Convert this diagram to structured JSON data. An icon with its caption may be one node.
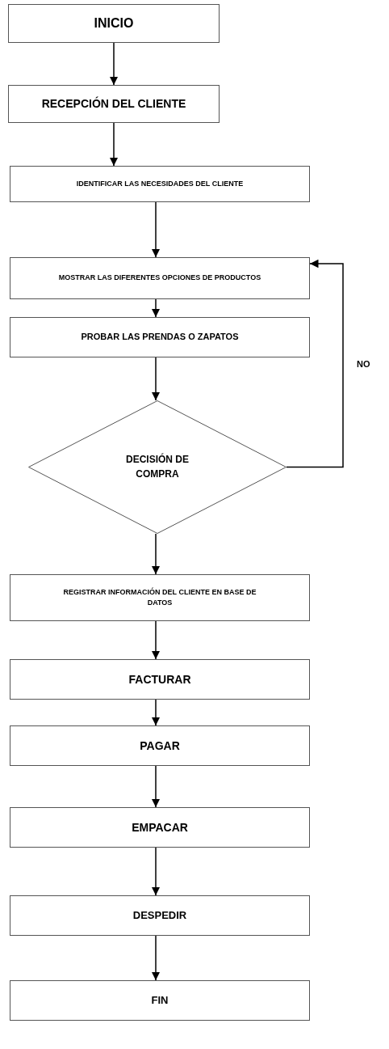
{
  "diagram": {
    "nodes": [
      {
        "text": [
          "INICIO"
        ]
      },
      {
        "text": [
          "RECEPCIÓN DEL CLIENTE"
        ]
      },
      {
        "text": [
          "IDENTIFICAR LAS NECESIDADES DEL CLIENTE"
        ]
      },
      {
        "text": [
          "MOSTRAR LAS DIFERENTES OPCIONES DE PRODUCTOS"
        ]
      },
      {
        "text": [
          "PROBAR LAS PRENDAS O ZAPATOS"
        ]
      },
      {
        "text": [
          "DECISIÓN DE COMPRA"
        ]
      },
      {
        "text": [
          "REGISTRAR INFORMACIÓN DEL CLIENTE EN BASE DE DATOS"
        ]
      },
      {
        "text": [
          "FACTURAR"
        ]
      },
      {
        "text": [
          "PAGAR"
        ]
      },
      {
        "text": [
          "EMPACAR"
        ]
      },
      {
        "text": [
          "DESPEDIR"
        ]
      },
      {
        "text": [
          "FIN"
        ]
      }
    ],
    "edges": [
      {
        "from": 0,
        "to": 1,
        "arrow": "to"
      },
      {
        "from": 1,
        "to": 2,
        "arrow": "to"
      },
      {
        "from": 2,
        "to": 3,
        "arrow": "to"
      },
      {
        "from": 3,
        "to": 4,
        "arrow": "to"
      },
      {
        "from": 4,
        "to": 5,
        "arrow": "to"
      },
      {
        "from": 5,
        "to": 3,
        "arrow": "to",
        "label": "NO"
      },
      {
        "from": 5,
        "to": 6,
        "arrow": "to"
      },
      {
        "from": 6,
        "to": 7,
        "arrow": "to"
      },
      {
        "from": 7,
        "to": 8,
        "arrow": "to"
      },
      {
        "from": 8,
        "to": 9,
        "arrow": "to"
      },
      {
        "from": 9,
        "to": 10,
        "arrow": "to"
      },
      {
        "from": 10,
        "to": 11,
        "arrow": "to"
      }
    ]
  }
}
